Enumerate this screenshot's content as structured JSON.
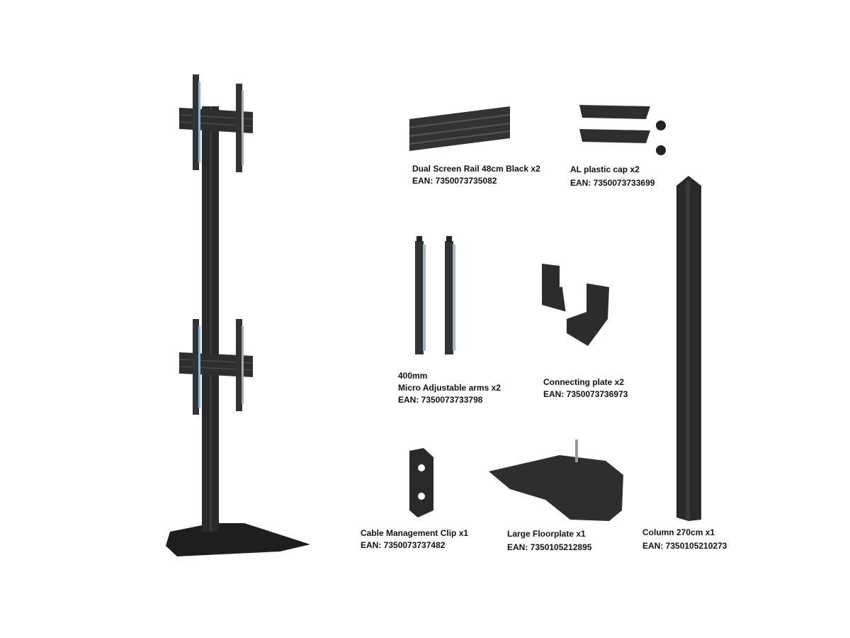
{
  "parts": [
    {
      "name": "Dual Screen Rail 48cm Black x2",
      "ean": "EAN: 7350073735082"
    },
    {
      "name": "AL plastic cap x2",
      "ean": "EAN: 7350073733699"
    },
    {
      "pre": "400mm",
      "name": "Micro Adjustable arms x2",
      "ean": "EAN: 7350073733798"
    },
    {
      "name": "Connecting plate x2",
      "ean": "EAN: 7350073736973"
    },
    {
      "name": "Cable Management Clip x1",
      "ean": "EAN: 7350073737482"
    },
    {
      "name": "Large Floorplate x1",
      "ean": "EAN: 7350105212895"
    },
    {
      "name": "Column 270cm x1",
      "ean": "EAN: 7350105210273"
    }
  ],
  "colors": {
    "metal": "#2b2b2b",
    "metal_light": "#4a4a4a",
    "accent": "#8fb3d9"
  }
}
